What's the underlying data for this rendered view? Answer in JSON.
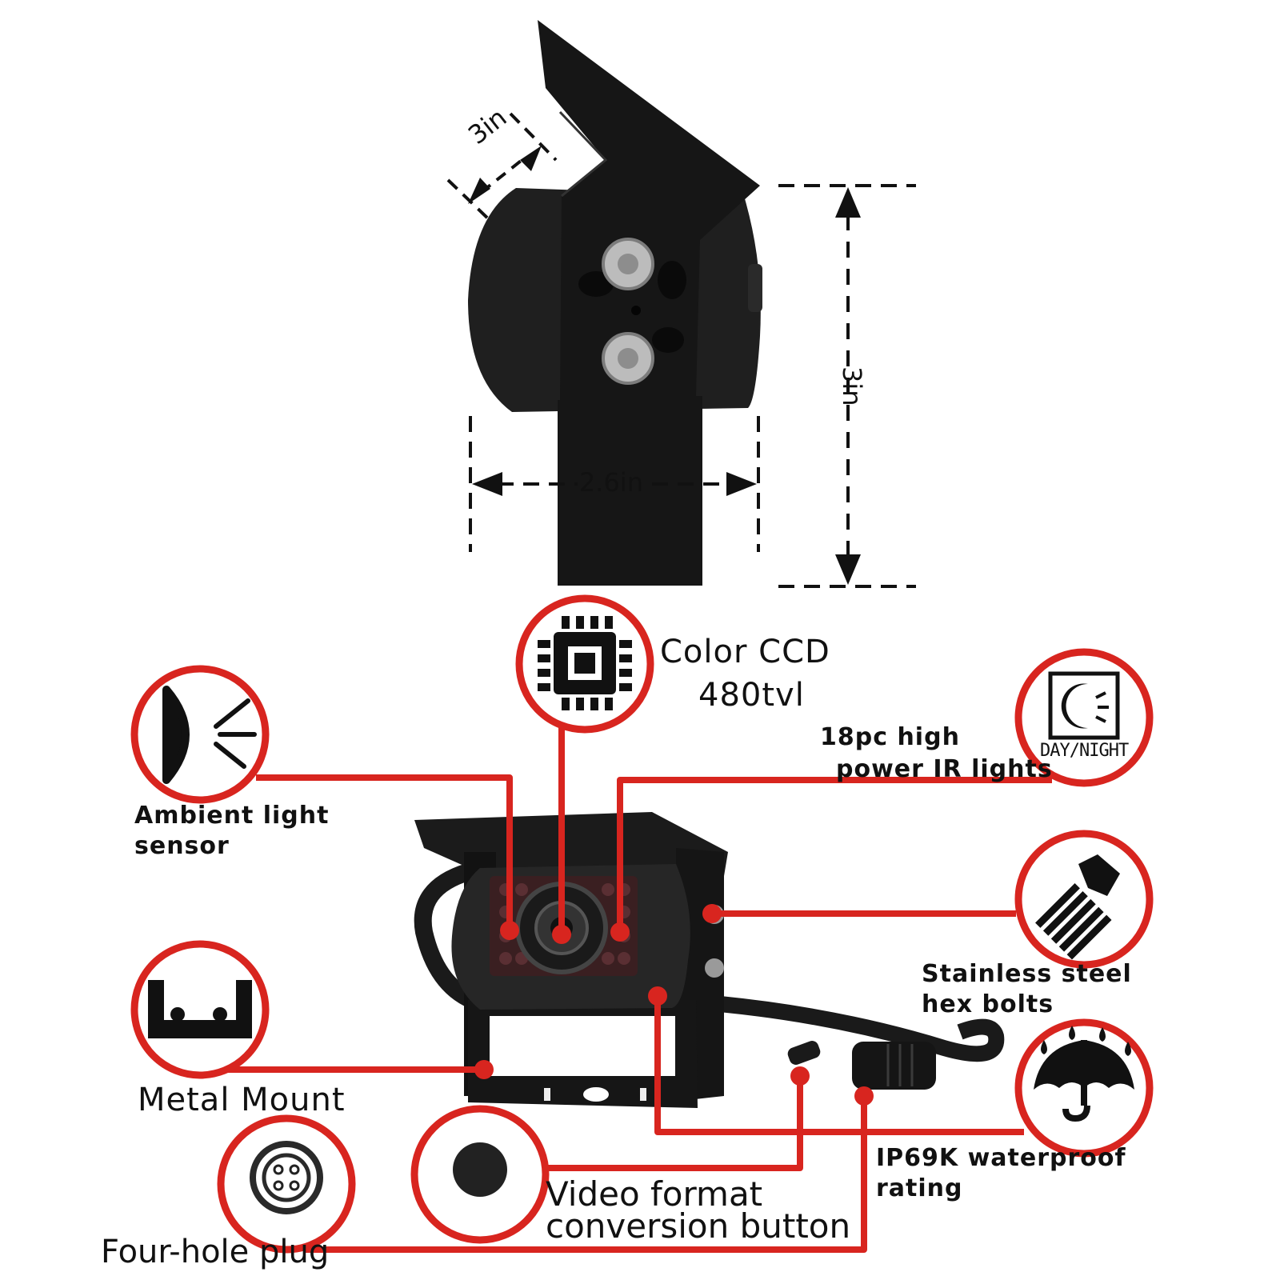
{
  "dimensions": {
    "depth": "3in",
    "width": "2.6in",
    "height": "3in"
  },
  "features": {
    "ccd": {
      "title": "Color CCD",
      "value": "480tvl",
      "icon": "chip-icon"
    },
    "ambient": {
      "line1": "Ambient light",
      "line2": "sensor",
      "icon": "light-sensor-icon"
    },
    "ir": {
      "line1": "18pc high",
      "line2": "power IR lights",
      "icon": "day-night-icon",
      "icon_text": "DAY/NIGHT"
    },
    "bolts": {
      "line1": "Stainless steel",
      "line2": "hex bolts",
      "icon": "hex-bolt-icon"
    },
    "mount": {
      "label": "Metal Mount",
      "icon": "metal-mount-icon"
    },
    "waterproof": {
      "line1": "IP69K waterproof",
      "line2": "rating",
      "icon": "umbrella-icon"
    },
    "button": {
      "line1": "Video format",
      "line2": "conversion button",
      "icon": "button-icon"
    },
    "plug": {
      "label": "Four-hole plug",
      "icon": "plug-icon"
    }
  },
  "colors": {
    "callout_red": "#d8251f",
    "body_black": "#1c1c1c"
  }
}
